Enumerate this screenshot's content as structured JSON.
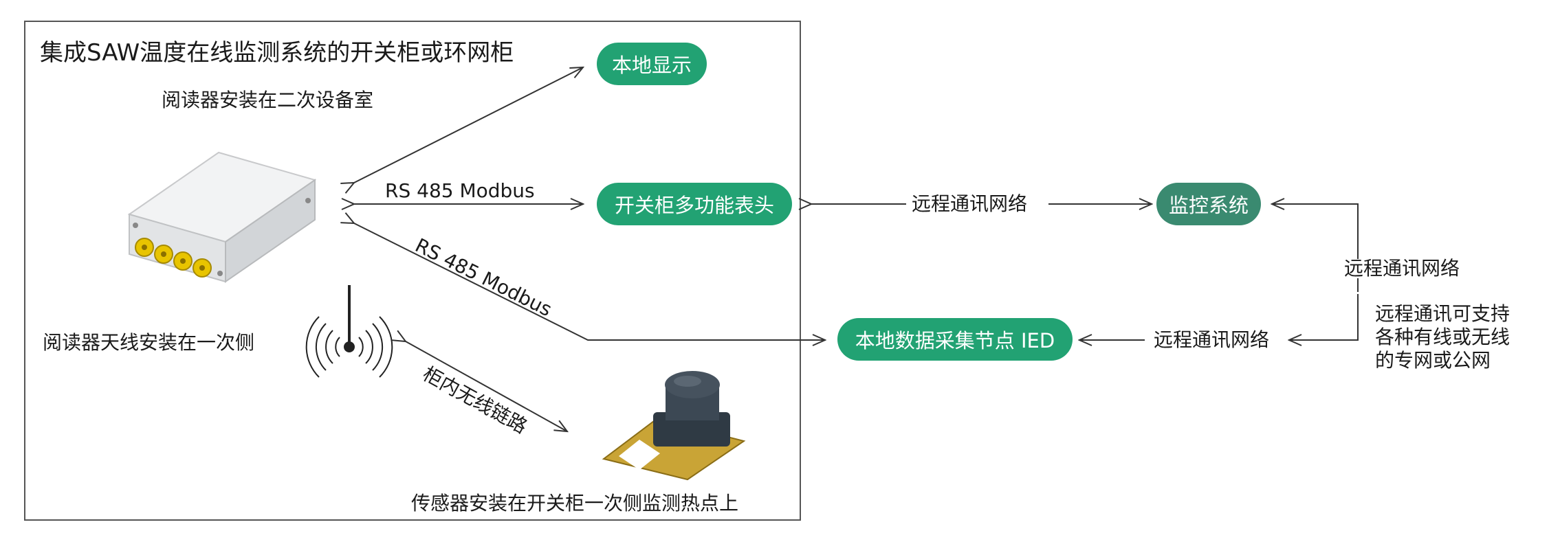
{
  "cabinet": {
    "title": "集成SAW温度在线监测系统的开关柜或环网柜",
    "reader_location": "阅读器安装在二次设备室",
    "antenna_location": "阅读器天线安装在一次侧",
    "sensor_location": "传感器安装在开关柜一次侧监测热点上",
    "wireless_link": "柜内无线链路"
  },
  "links": {
    "rs485_a": "RS 485  Modbus",
    "rs485_b": "RS 485  Modbus",
    "remote_net_1": "远程通讯网络",
    "remote_net_2": "远程通讯网络",
    "remote_net_3": "远程通讯网络"
  },
  "nodes": {
    "local_display": "本地显示",
    "multi_meter": "开关柜多功能表头",
    "monitoring_system": "监控系统",
    "local_ied": "本地数据采集节点 IED"
  },
  "note": {
    "line1": "远程通讯可支持",
    "line2": "各种有线或无线",
    "line3": "的专网或公网"
  },
  "colors": {
    "pill_green": "#22a273",
    "pill_teal": "#3a8a70",
    "line": "#333333",
    "connector_gold": "#e8c400"
  }
}
